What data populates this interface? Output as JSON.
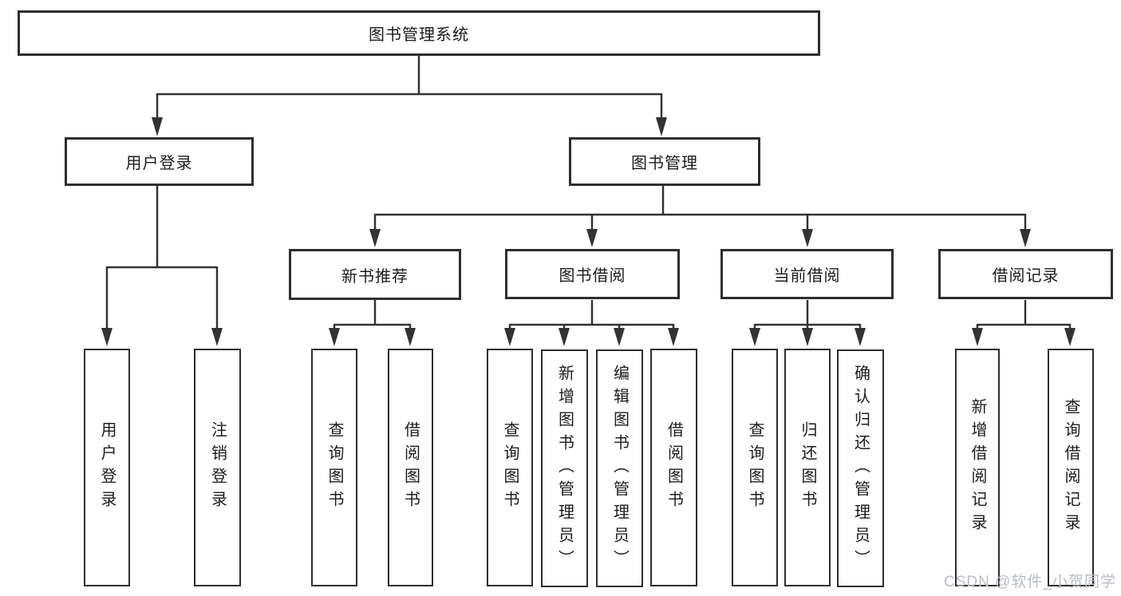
{
  "diagram": {
    "type": "hierarchy-tree",
    "title": "图书管理系统",
    "tree": {
      "root": {
        "label": "图书管理系统",
        "children": [
          {
            "label": "用户登录",
            "children": [
              {
                "label": "用户登录"
              },
              {
                "label": "注销登录"
              }
            ]
          },
          {
            "label": "图书管理",
            "children": [
              {
                "label": "新书推荐",
                "children": [
                  {
                    "label": "查询图书"
                  },
                  {
                    "label": "借阅图书"
                  }
                ]
              },
              {
                "label": "图书借阅",
                "children": [
                  {
                    "label": "查询图书"
                  },
                  {
                    "label": "新增图书（管理员）"
                  },
                  {
                    "label": "编辑图书（管理员）"
                  },
                  {
                    "label": "借阅图书"
                  }
                ]
              },
              {
                "label": "当前借阅",
                "children": [
                  {
                    "label": "查询图书"
                  },
                  {
                    "label": "归还图书"
                  },
                  {
                    "label": "确认归还（管理员）"
                  }
                ]
              },
              {
                "label": "借阅记录",
                "children": [
                  {
                    "label": "新增借阅记录"
                  },
                  {
                    "label": "查询借阅记录"
                  }
                ]
              }
            ]
          }
        ]
      }
    },
    "colors": {
      "line": "#333333",
      "box_border": "#2e2e2e",
      "text": "#1c1c1c",
      "background": "#ffffff"
    }
  },
  "watermark": {
    "text": "CSDN @软件_小贺同学",
    "color": "#b9bdc3"
  }
}
